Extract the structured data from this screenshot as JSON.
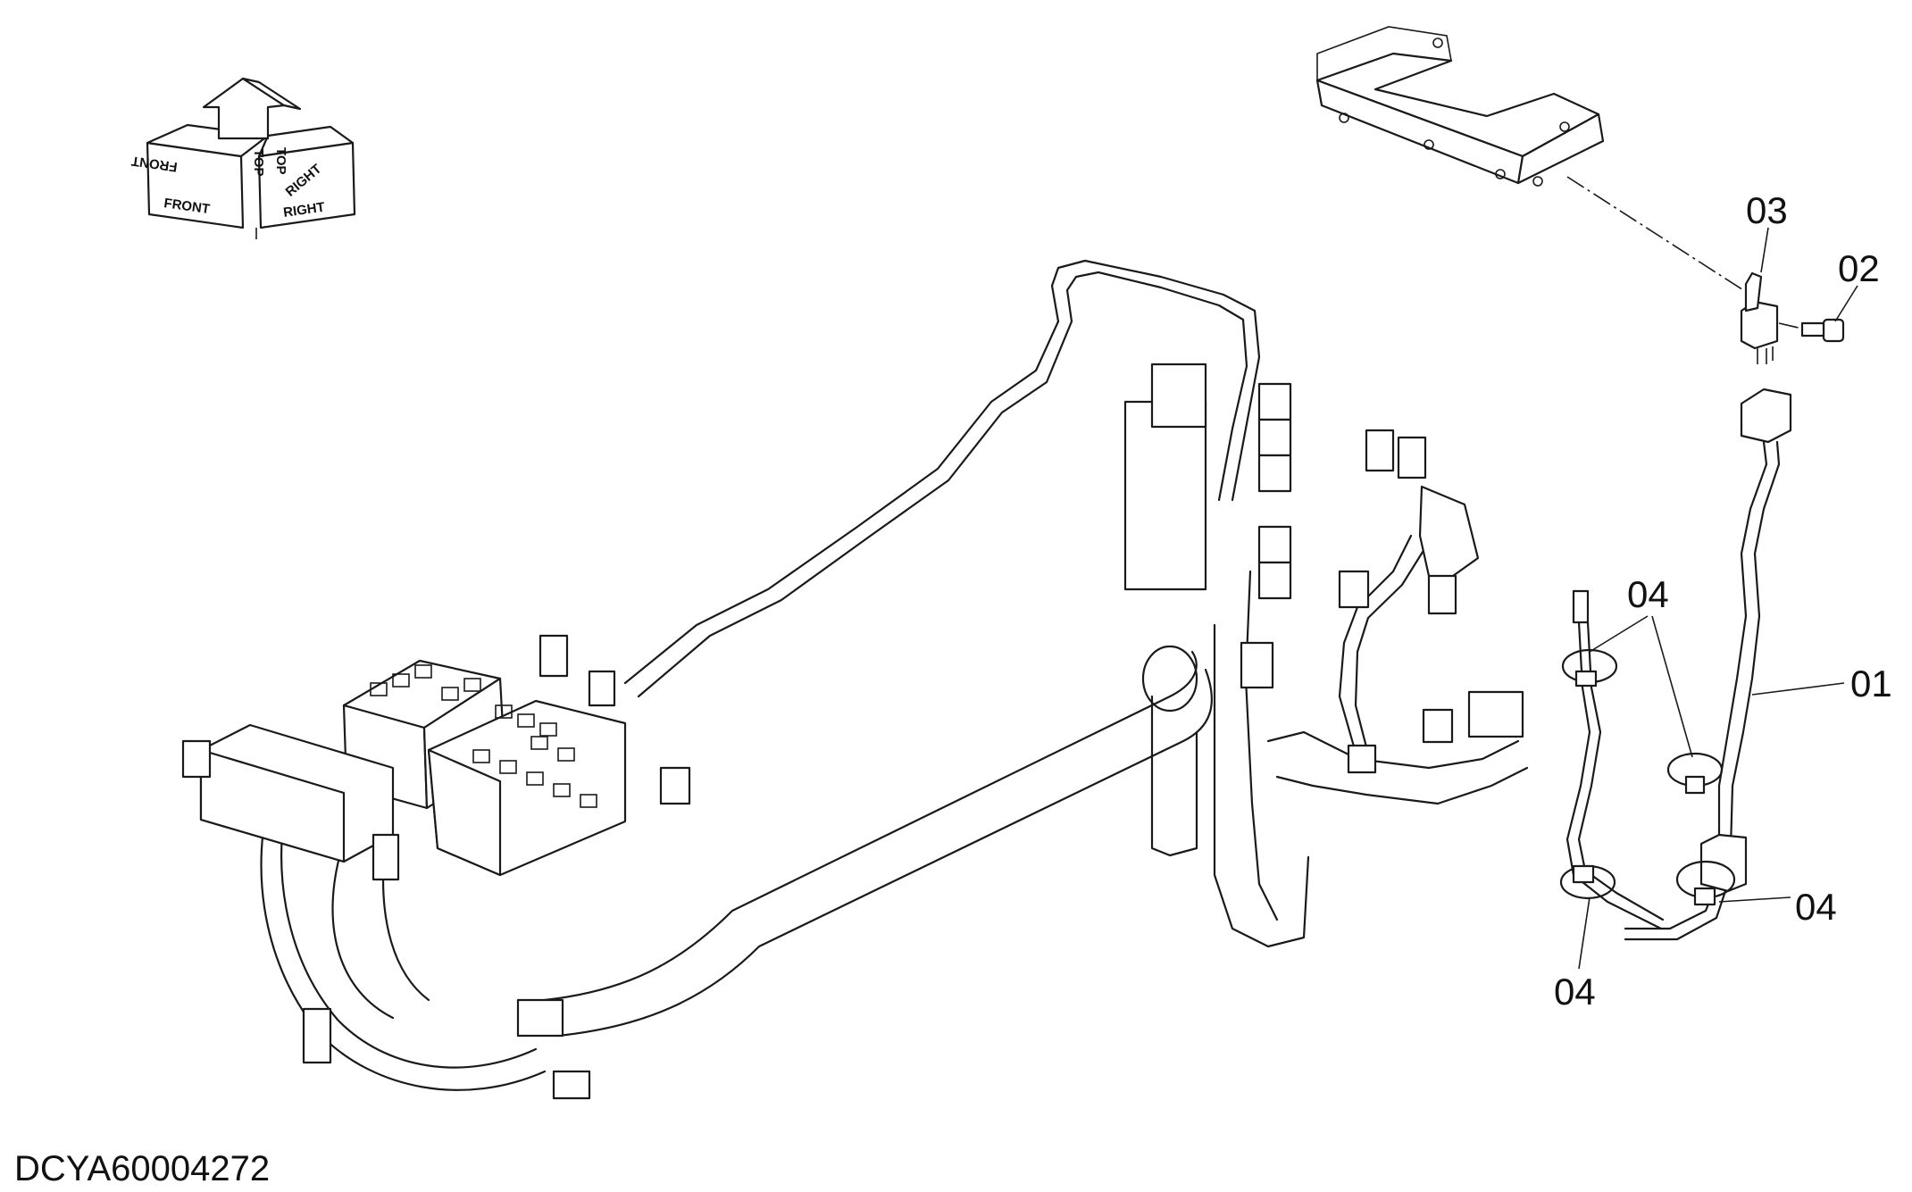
{
  "diagram_code": "DCYA60004272",
  "orientation": {
    "front": "FRONT",
    "top": "TOP",
    "right": "RIGHT"
  },
  "callouts": [
    {
      "id": "c01",
      "label": "01"
    },
    {
      "id": "c02",
      "label": "02"
    },
    {
      "id": "c03",
      "label": "03"
    },
    {
      "id": "c04a",
      "label": "04"
    },
    {
      "id": "c04b",
      "label": "04"
    },
    {
      "id": "c04c",
      "label": "04"
    }
  ],
  "colors": {
    "line": "#1a1a1a",
    "background": "#ffffff"
  }
}
